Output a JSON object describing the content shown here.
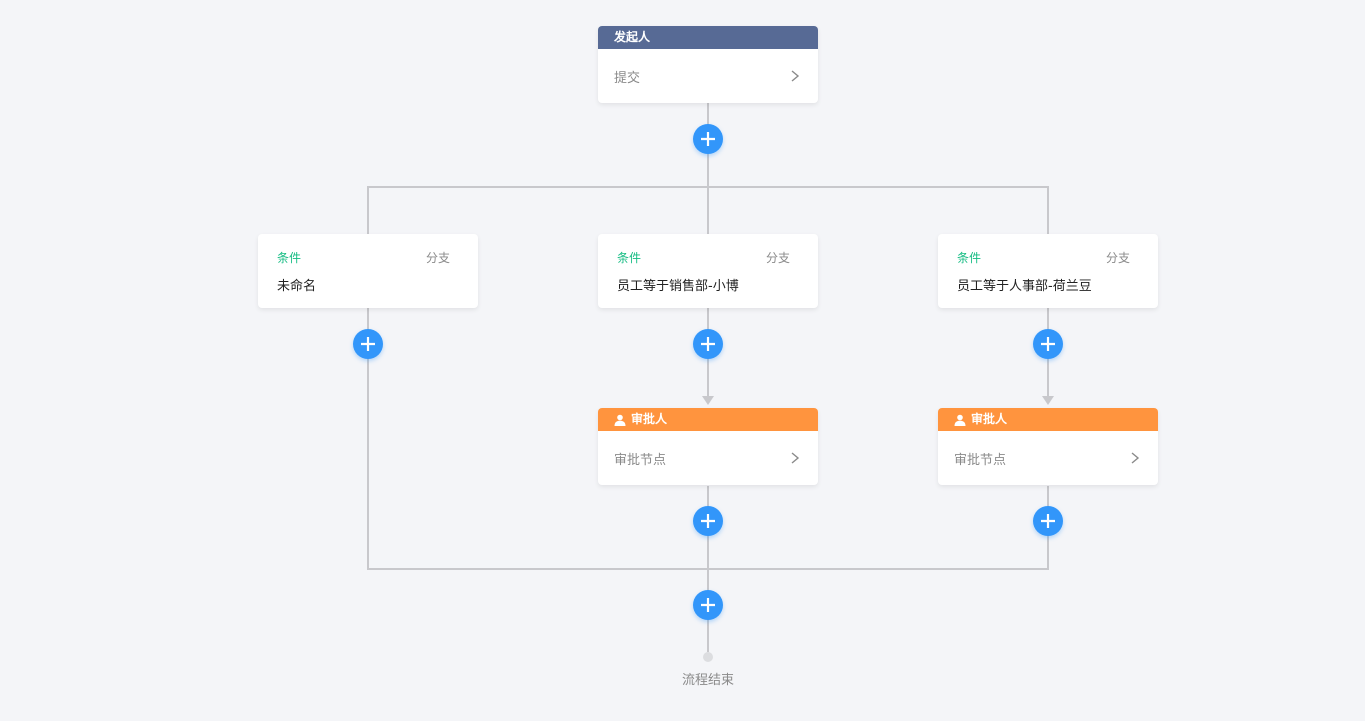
{
  "colors": {
    "initiator_header": "#576a95",
    "approver_header": "#ff943e",
    "condition_label": "#15bc83",
    "add_button": "#3296fa",
    "line": "#c8c8cc"
  },
  "initiator": {
    "title": "发起人",
    "content": "提交",
    "icon": "chevron-right-icon"
  },
  "branches": [
    {
      "condition_label": "条件",
      "branch_label": "分支",
      "description": "未命名"
    },
    {
      "condition_label": "条件",
      "branch_label": "分支",
      "description": "员工等于销售部-小博",
      "approver": {
        "title": "审批人",
        "content": "审批节点",
        "icon": "user-icon"
      }
    },
    {
      "condition_label": "条件",
      "branch_label": "分支",
      "description": "员工等于人事部-荷兰豆",
      "approver": {
        "title": "审批人",
        "content": "审批节点",
        "icon": "user-icon"
      }
    }
  ],
  "end": {
    "label": "流程结束"
  }
}
